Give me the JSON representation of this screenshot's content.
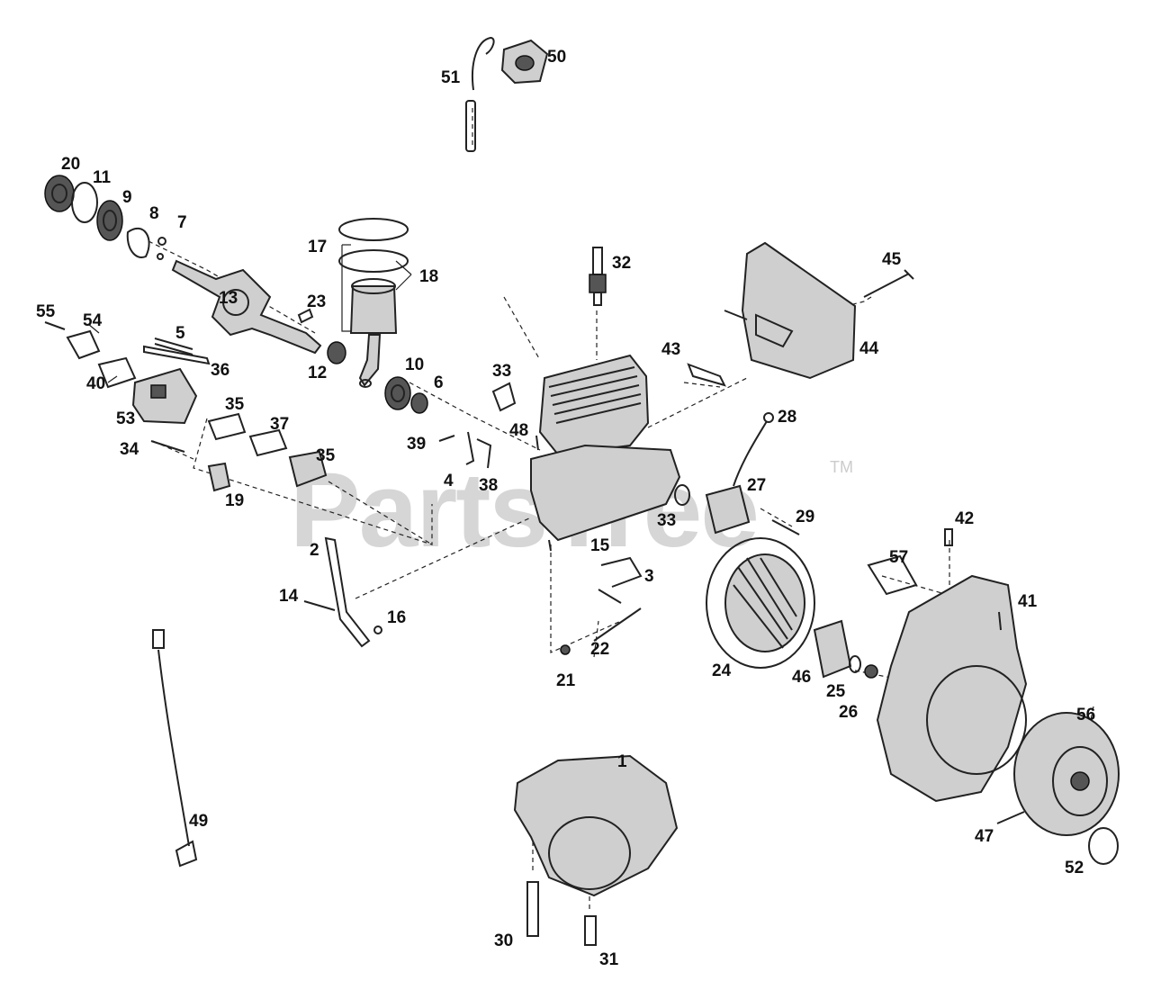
{
  "watermark": {
    "text": "PartsTree",
    "trademark": "TM"
  },
  "callouts": [
    {
      "id": "num-1",
      "label": "1"
    },
    {
      "id": "num-2",
      "label": "2"
    },
    {
      "id": "num-3",
      "label": "3"
    },
    {
      "id": "num-4",
      "label": "4"
    },
    {
      "id": "num-5",
      "label": "5"
    },
    {
      "id": "num-6",
      "label": "6"
    },
    {
      "id": "num-7",
      "label": "7"
    },
    {
      "id": "num-8",
      "label": "8"
    },
    {
      "id": "num-9",
      "label": "9"
    },
    {
      "id": "num-10",
      "label": "10"
    },
    {
      "id": "num-11",
      "label": "11"
    },
    {
      "id": "num-12",
      "label": "12"
    },
    {
      "id": "num-13",
      "label": "13"
    },
    {
      "id": "num-14",
      "label": "14"
    },
    {
      "id": "num-15",
      "label": "15"
    },
    {
      "id": "num-16",
      "label": "16"
    },
    {
      "id": "num-17",
      "label": "17"
    },
    {
      "id": "num-18",
      "label": "18"
    },
    {
      "id": "num-19",
      "label": "19"
    },
    {
      "id": "num-20",
      "label": "20"
    },
    {
      "id": "num-21",
      "label": "21"
    },
    {
      "id": "num-22",
      "label": "22"
    },
    {
      "id": "num-23",
      "label": "23"
    },
    {
      "id": "num-24",
      "label": "24"
    },
    {
      "id": "num-25",
      "label": "25"
    },
    {
      "id": "num-26",
      "label": "26"
    },
    {
      "id": "num-27",
      "label": "27"
    },
    {
      "id": "num-28",
      "label": "28"
    },
    {
      "id": "num-29",
      "label": "29"
    },
    {
      "id": "num-30",
      "label": "30"
    },
    {
      "id": "num-31",
      "label": "31"
    },
    {
      "id": "num-32",
      "label": "32"
    },
    {
      "id": "num-33a",
      "label": "33"
    },
    {
      "id": "num-33b",
      "label": "33"
    },
    {
      "id": "num-34",
      "label": "34"
    },
    {
      "id": "num-35a",
      "label": "35"
    },
    {
      "id": "num-35b",
      "label": "35"
    },
    {
      "id": "num-36",
      "label": "36"
    },
    {
      "id": "num-37",
      "label": "37"
    },
    {
      "id": "num-38",
      "label": "38"
    },
    {
      "id": "num-39",
      "label": "39"
    },
    {
      "id": "num-40",
      "label": "40"
    },
    {
      "id": "num-41",
      "label": "41"
    },
    {
      "id": "num-42",
      "label": "42"
    },
    {
      "id": "num-43",
      "label": "43"
    },
    {
      "id": "num-44",
      "label": "44"
    },
    {
      "id": "num-45",
      "label": "45"
    },
    {
      "id": "num-46",
      "label": "46"
    },
    {
      "id": "num-47",
      "label": "47"
    },
    {
      "id": "num-48",
      "label": "48"
    },
    {
      "id": "num-49",
      "label": "49"
    },
    {
      "id": "num-50",
      "label": "50"
    },
    {
      "id": "num-51",
      "label": "51"
    },
    {
      "id": "num-52",
      "label": "52"
    },
    {
      "id": "num-53",
      "label": "53"
    },
    {
      "id": "num-54",
      "label": "54"
    },
    {
      "id": "num-55",
      "label": "55"
    },
    {
      "id": "num-56",
      "label": "56"
    },
    {
      "id": "num-57",
      "label": "57"
    }
  ]
}
